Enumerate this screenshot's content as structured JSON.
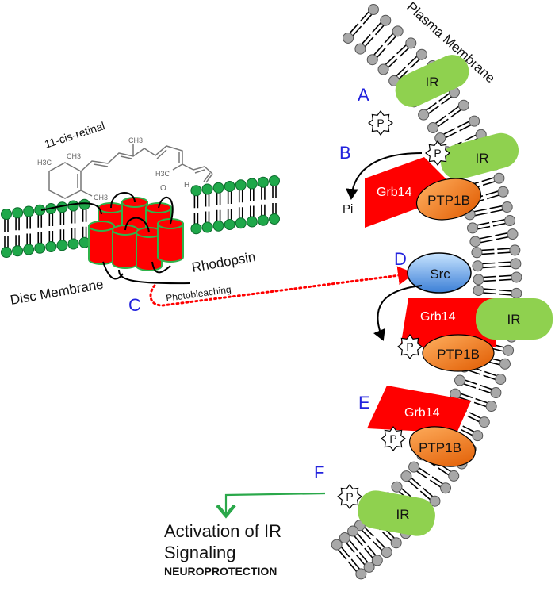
{
  "colors": {
    "step_letter": "#2222dd",
    "ir": "#8fd14f",
    "grb14": "#ff0000",
    "ptp1b_light": "#ffb060",
    "ptp1b_dark": "#e05a00",
    "src_light": "#c8e4ff",
    "src_dark": "#3b7fd6",
    "lipid_head_plasma": "#a8a8a8",
    "lipid_head_disc": "#1fa84a",
    "rhodopsin": "#ff0000",
    "rhodopsin_outline": "#2fb34a",
    "photobleaching_arrow": "#ff0000",
    "activation_arrow": "#2aa84a",
    "retinal": "#777777"
  },
  "labels": {
    "plasma_membrane": "Plasma Membrane",
    "disc_membrane": "Disc Membrane",
    "rhodopsin": "Rhodopsin",
    "retinal": "11-cis-retinal",
    "photobleaching": "Photobleaching",
    "pi": "Pi",
    "activation_line1": "Activation of IR",
    "activation_line2": "Signaling",
    "neuroprotection": "NEUROPROTECTION"
  },
  "retinal_groups": {
    "h3c_left": "H3C",
    "ch3_top_left": "CH3",
    "ch3_ring": "CH3",
    "ch3_chain_top": "CH3",
    "h3c_chain": "H3C",
    "oxygen": "O",
    "hydrogen": "H"
  },
  "steps": [
    {
      "letter": "A"
    },
    {
      "letter": "B"
    },
    {
      "letter": "C"
    },
    {
      "letter": "D"
    },
    {
      "letter": "E"
    },
    {
      "letter": "F"
    }
  ],
  "proteins": {
    "ir": "IR",
    "grb14": "Grb14",
    "ptp1b": "PTP1B",
    "src": "Src",
    "phosphate": "P"
  }
}
